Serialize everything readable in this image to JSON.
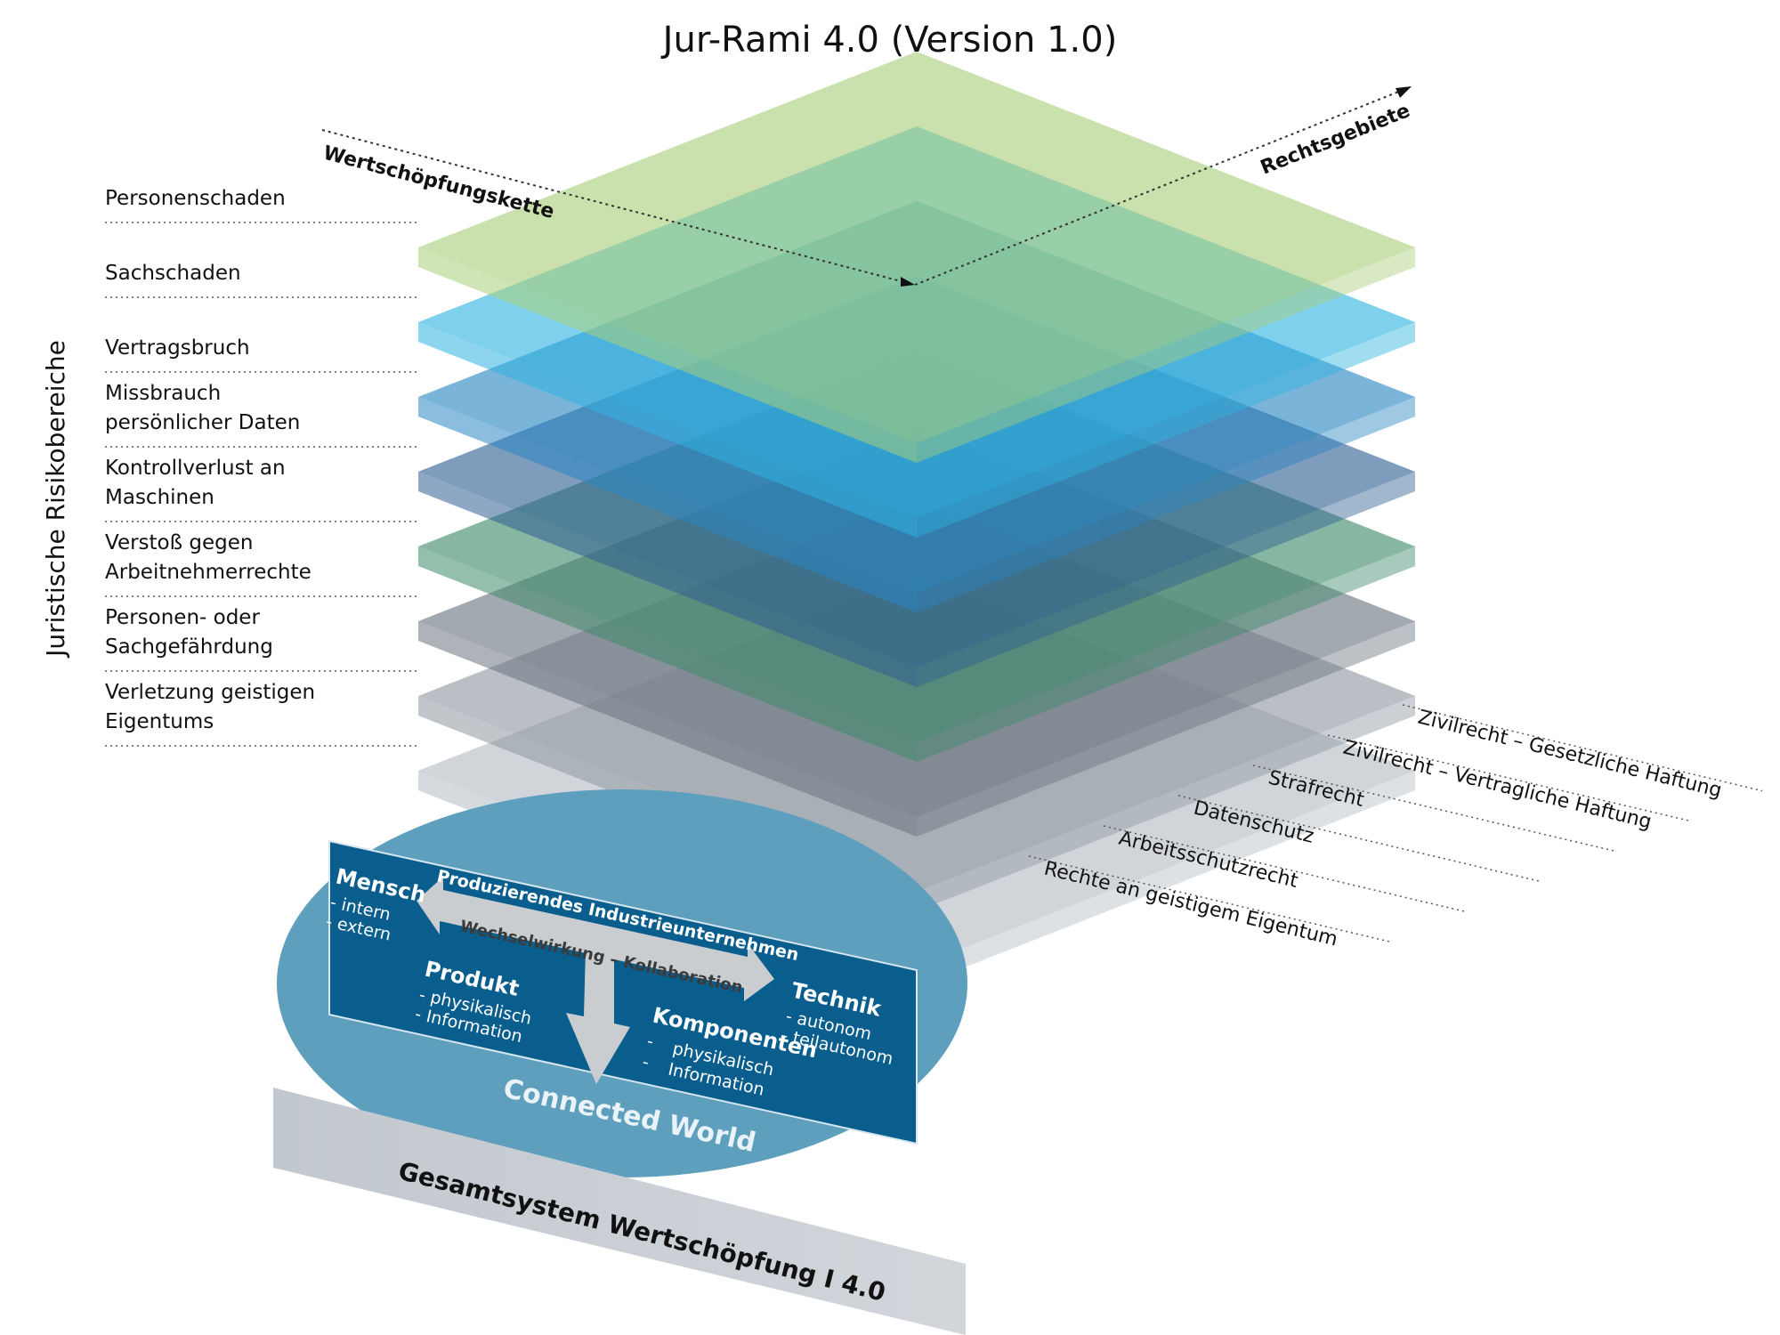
{
  "title": "Jur-Rami 4.0 (Version 1.0)",
  "axes": {
    "value_chain": "Wertschöpfungskette",
    "legal_areas": "Rechtsgebiete",
    "risk_areas": "Juristische Risikobereiche"
  },
  "risk_layers": [
    {
      "lines": [
        "Personenschaden"
      ],
      "color": "#a9cf7a"
    },
    {
      "lines": [
        "Sachschaden"
      ],
      "color": "#2fb3e0"
    },
    {
      "lines": [
        "Vertragsbruch"
      ],
      "color": "#2a86c2"
    },
    {
      "lines": [
        "Missbrauch",
        "persönlicher Daten"
      ],
      "color": "#2f5f93"
    },
    {
      "lines": [
        "Kontrollverlust an",
        "Maschinen"
      ],
      "color": "#3e8a6a"
    },
    {
      "lines": [
        "Verstoß gegen",
        "Arbeitnehmerrechte"
      ],
      "color": "#6a7580"
    },
    {
      "lines": [
        "Personen- oder",
        "Sachgefährdung"
      ],
      "color": "#8e979f"
    },
    {
      "lines": [
        "Verletzung geistigen",
        "Eigentums"
      ],
      "color": "#b4bcc3"
    }
  ],
  "legal_areas": [
    "Zivilrecht – Gesetzliche Haftung",
    "Zivilrecht – Vertragliche Haftung",
    "Strafrecht",
    "Datenschutz",
    "Arbeitsschutzrecht",
    "Rechte  an geistigem Eigentum"
  ],
  "system_box": {
    "header": "Produzierendes Industrieunternehmen",
    "arrow_text": "Wechselwirkung – Kollaboration",
    "mensch": {
      "title": "Mensch",
      "items": [
        "- intern",
        "- extern"
      ]
    },
    "produkt": {
      "title": "Produkt",
      "items": [
        "- physikalisch",
        "- Information"
      ]
    },
    "technik": {
      "title": "Technik",
      "items": [
        "- autonom",
        "- teilautonom"
      ]
    },
    "komponenten": {
      "title": "Komponenten",
      "items": [
        "-",
        "physikalisch",
        "-",
        "Information"
      ]
    },
    "connected": "Connected World"
  },
  "base_label": "Gesamtsystem Wertschöpfung I 4.0",
  "colors": {
    "ellipse": "#5f9fbe",
    "box": "#0a5e8e",
    "arrow": "#c9cdd0",
    "base_bar": "#c7ccd2"
  }
}
